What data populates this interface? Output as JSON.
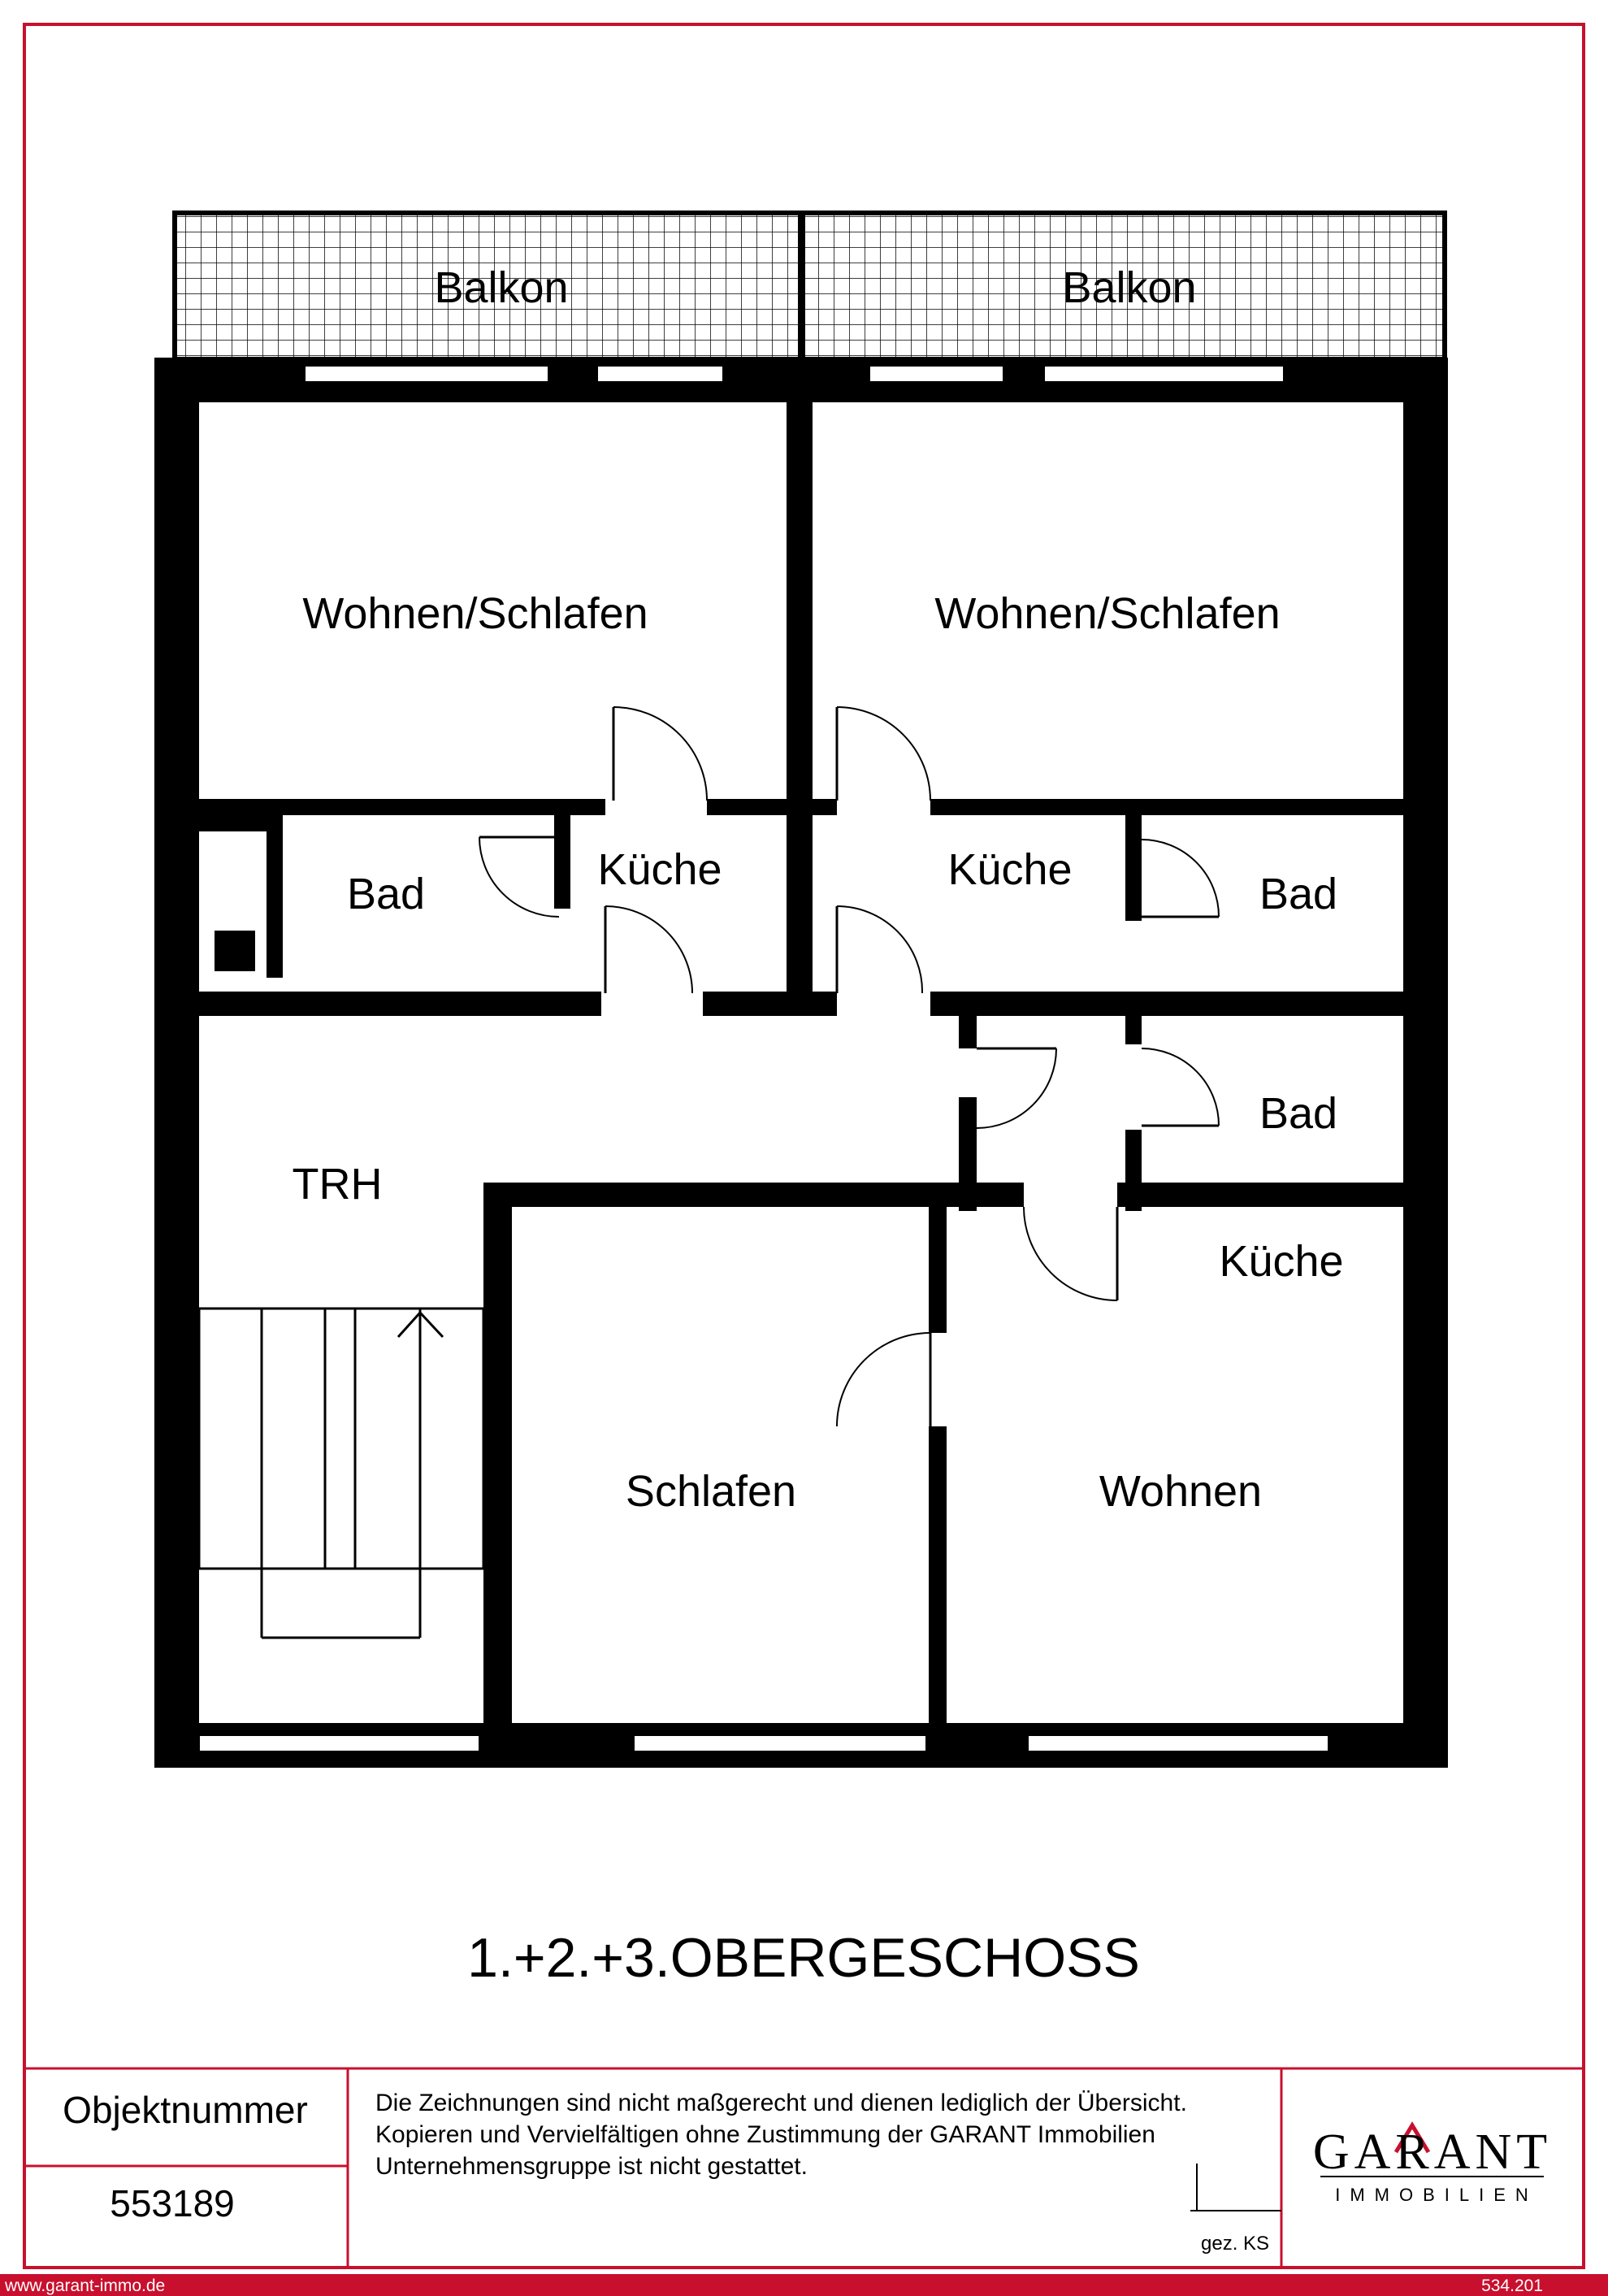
{
  "rooms": {
    "balkon_left": "Balkon",
    "balkon_right": "Balkon",
    "wohnen_schlafen_left": "Wohnen/Schlafen",
    "wohnen_schlafen_right": "Wohnen/Schlafen",
    "bad_left": "Bad",
    "kueche_left": "Küche",
    "kueche_center": "Küche",
    "bad_right_top": "Bad",
    "bad_right_middle": "Bad",
    "trh": "TRH",
    "kueche_right": "Küche",
    "schlafen": "Schlafen",
    "wohnen": "Wohnen"
  },
  "floor_title": "1.+2.+3.OBERGESCHOSS",
  "title_block": {
    "object_label": "Objektnummer",
    "object_number": "553189",
    "disclaimer_lines": [
      "Die Zeichnungen sind nicht maßgerecht und dienen lediglich der Übersicht.",
      "Kopieren und Vervielfältigen ohne Zustimmung der GARANT Immobilien",
      "Unternehmensgruppe ist nicht gestattet."
    ],
    "signature": "gez. KS",
    "brand_name": "GARANT",
    "brand_sub": "IMMOBILIEN"
  },
  "footer": {
    "website": "www.garant-immo.de",
    "code": "534.201"
  },
  "colors": {
    "frame": "#c8102e",
    "footer_bar": "#c8102e",
    "walls": "#000000"
  }
}
